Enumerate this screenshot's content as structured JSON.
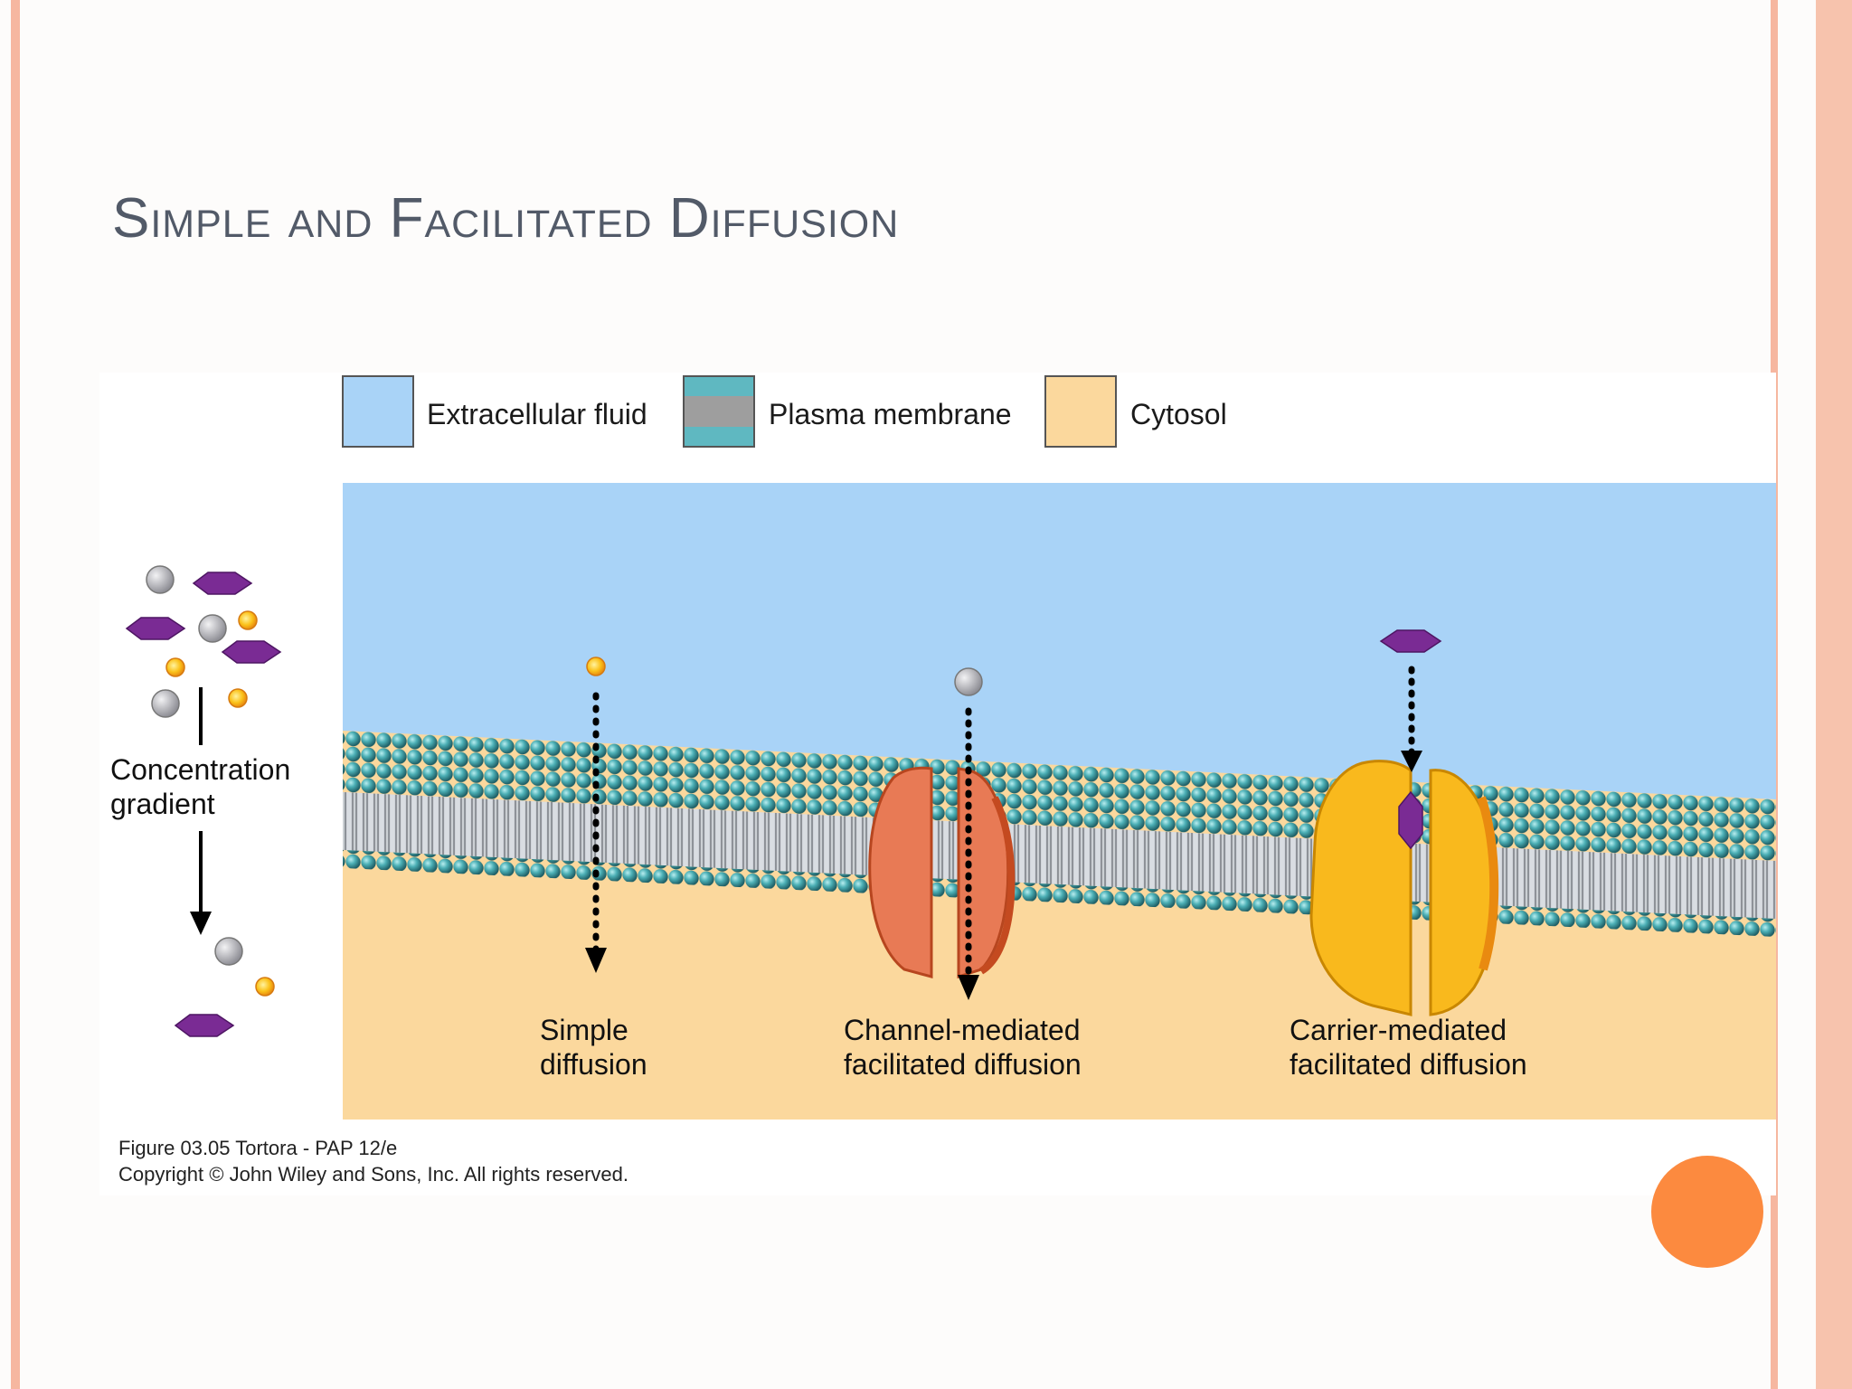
{
  "slide": {
    "title": "Simple and Facilitated Diffusion",
    "colors": {
      "accent_stripe": "#f6b7a0",
      "accent_circle": "#fc8a3f",
      "title_color": "#525a68"
    }
  },
  "legend": {
    "extracellular_label": "Extracellular fluid",
    "membrane_label": "Plasma membrane",
    "cytosol_label": "Cytosol",
    "colors": {
      "extracellular": "#a9d3f7",
      "membrane_head": "#5fb8c1",
      "membrane_core": "#9e9e9e",
      "cytosol": "#fbd89d"
    }
  },
  "diagram": {
    "gradient_label_line1": "Concentration",
    "gradient_label_line2": "gradient",
    "simple_line1": "Simple",
    "simple_line2": "diffusion",
    "channel_line1": "Channel-mediated",
    "channel_line2": "facilitated diffusion",
    "carrier_line1": "Carrier-mediated",
    "carrier_line2": "facilitated diffusion",
    "colors": {
      "channel_protein": "#e87a55",
      "carrier_protein": "#f9b91d",
      "solute_gray": "#b2b2b8",
      "solute_yellow": "#fbc21a",
      "solute_purple": "#7a2b94"
    }
  },
  "credit": {
    "line1": "Figure 03.05  Tortora - PAP 12/e",
    "line2": "Copyright © John Wiley and Sons, Inc. All rights reserved."
  }
}
